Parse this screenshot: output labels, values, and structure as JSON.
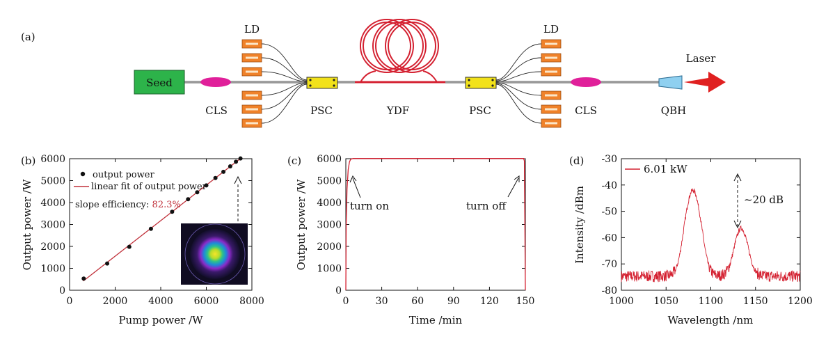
{
  "diagram": {
    "panel_label": "(a)",
    "seed": "Seed",
    "ld_left": "LD",
    "ld_right": "LD",
    "cls_left": "CLS",
    "psc_left": "PSC",
    "ydf": "YDF",
    "psc_right": "PSC",
    "cls_right": "CLS",
    "qbh": "QBH",
    "laser": "Laser",
    "colors": {
      "seed": "#2db34a",
      "ld": "#f0822a",
      "cls": "#e0209a",
      "psc": "#f2e21a",
      "fiber": "#d42030",
      "qbh": "#8fd0f0",
      "arrow": "#e02020"
    }
  },
  "chart_data": [
    {
      "panel_label": "(b)",
      "type": "scatter",
      "xlabel": "Pump power /W",
      "ylabel": "Output power /W",
      "xlim": [
        0,
        8000
      ],
      "ylim": [
        0,
        6000
      ],
      "xticks": [
        0,
        2000,
        4000,
        6000,
        8000
      ],
      "yticks": [
        0,
        1000,
        2000,
        3000,
        4000,
        5000,
        6000
      ],
      "legend_marker": "output power",
      "legend_line": "linear fit of output power",
      "slope_label": "slope efficiency:",
      "slope_value": "82.3%",
      "points": [
        [
          620,
          530
        ],
        [
          1650,
          1220
        ],
        [
          2620,
          1980
        ],
        [
          3570,
          2800
        ],
        [
          4500,
          3580
        ],
        [
          5200,
          4150
        ],
        [
          5600,
          4470
        ],
        [
          6000,
          4780
        ],
        [
          6400,
          5120
        ],
        [
          6750,
          5400
        ],
        [
          7050,
          5650
        ],
        [
          7300,
          5860
        ],
        [
          7500,
          6010
        ]
      ],
      "fit": [
        [
          600,
          420
        ],
        [
          7500,
          6010
        ]
      ],
      "colors": {
        "point": "#111111",
        "fit": "#c0303a",
        "slope": "#c0303a"
      }
    },
    {
      "panel_label": "(c)",
      "type": "line",
      "xlabel": "Time /min",
      "ylabel": "Output power /W",
      "xlim": [
        0,
        150
      ],
      "ylim": [
        0,
        6000
      ],
      "xticks": [
        0,
        30,
        60,
        90,
        120,
        150
      ],
      "yticks": [
        0,
        1000,
        2000,
        3000,
        4000,
        5000,
        6000
      ],
      "annotations": [
        "turn on",
        "turn off"
      ],
      "series": [
        {
          "x": [
            0,
            0.3,
            1,
            2,
            3,
            4,
            6,
            10,
            148.5,
            149.2,
            149.6,
            150
          ],
          "y": [
            0,
            3000,
            4600,
            5500,
            5850,
            5970,
            6010,
            6010,
            6010,
            5900,
            3000,
            0
          ]
        }
      ],
      "colors": {
        "line": "#d42030"
      }
    },
    {
      "panel_label": "(d)",
      "type": "line",
      "xlabel": "Wavelength /nm",
      "ylabel": "Intensity /dBm",
      "xlim": [
        1000,
        1200
      ],
      "ylim": [
        -80,
        -30
      ],
      "xticks": [
        1000,
        1050,
        1100,
        1150,
        1200
      ],
      "yticks": [
        -80,
        -70,
        -60,
        -50,
        -40,
        -30
      ],
      "legend": "6.01 kW",
      "annotation": "~20 dB",
      "colors": {
        "line": "#d42030"
      }
    }
  ]
}
